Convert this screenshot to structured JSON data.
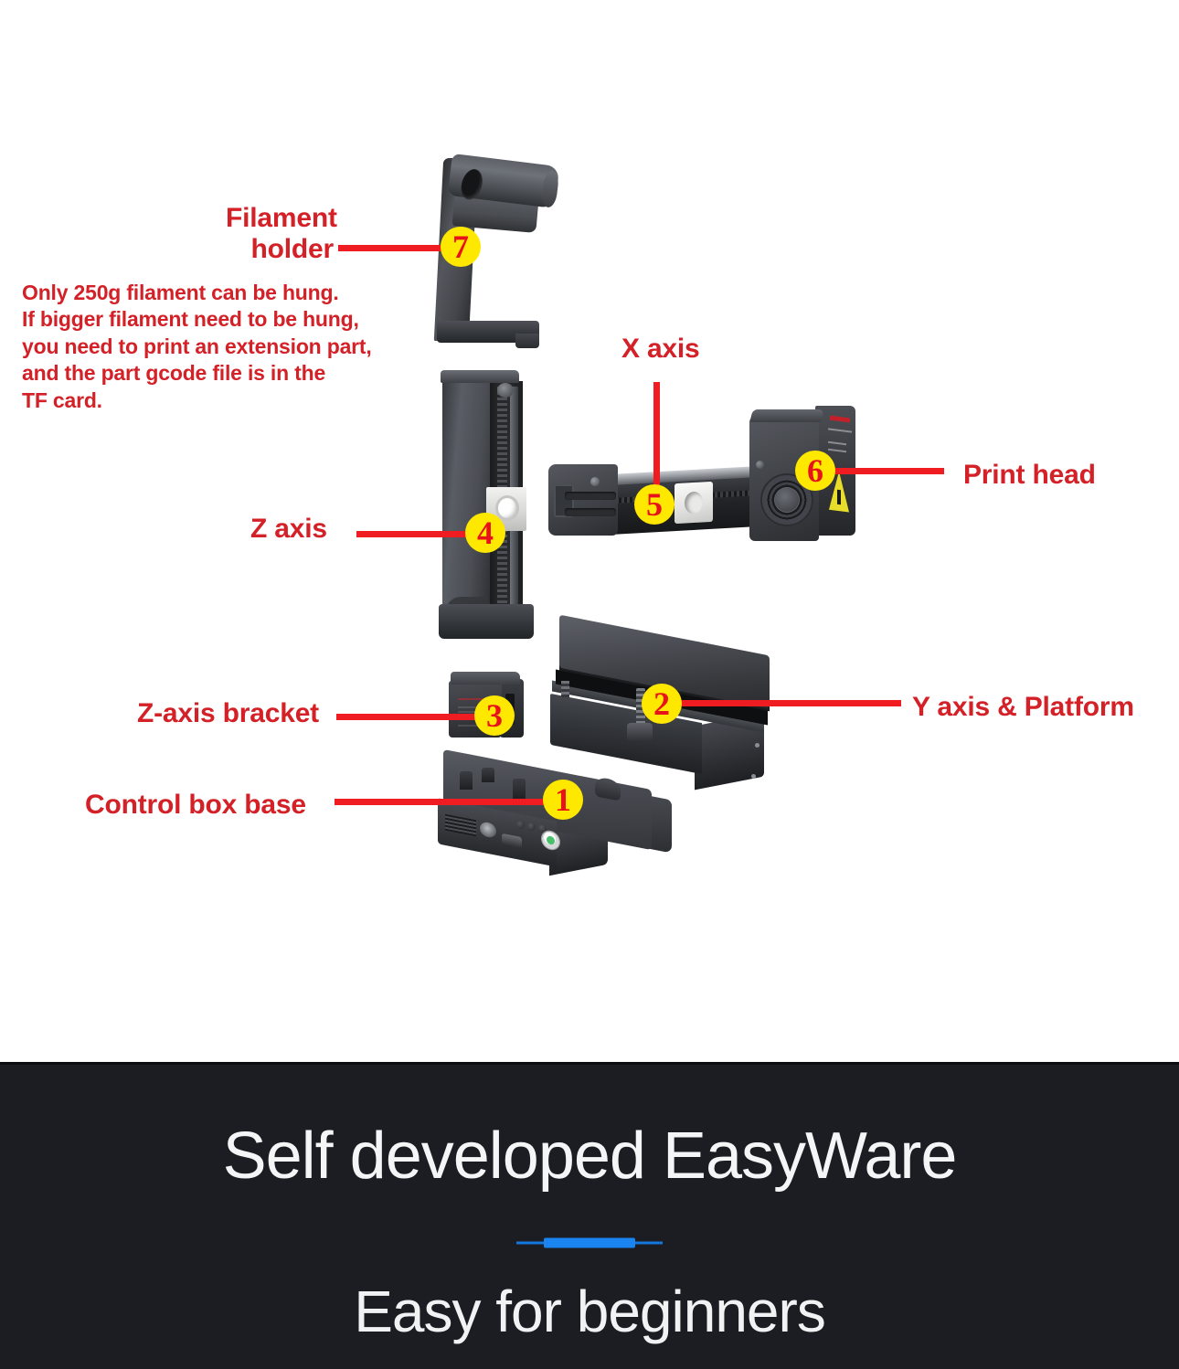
{
  "diagram": {
    "title": "3D Printer Exploded Parts Diagram",
    "accent_red": "#d42027",
    "leader_red": "#ef1c22",
    "badge_yellow": "#ffe800",
    "badge_number_red": "#e8121a",
    "callouts": [
      {
        "number": "1",
        "label": "Control box base"
      },
      {
        "number": "2",
        "label": "Y axis & Platform"
      },
      {
        "number": "3",
        "label": "Z-axis bracket"
      },
      {
        "number": "4",
        "label": "Z axis"
      },
      {
        "number": "5",
        "label": "X axis"
      },
      {
        "number": "6",
        "label": "Print head"
      },
      {
        "number": "7",
        "label": "Filament holder"
      }
    ],
    "note": "Only 250g filament can be hung.\nIf bigger filament need to be hung,\nyou need to print an extension part,\nand the part gcode file is in the\nTF card."
  },
  "banner": {
    "title": "Self developed EasyWare",
    "subtitle": "Easy for beginners",
    "background": "#1b1d22",
    "text_color": "#f4f5f6",
    "divider_color": "#1a84f0"
  }
}
